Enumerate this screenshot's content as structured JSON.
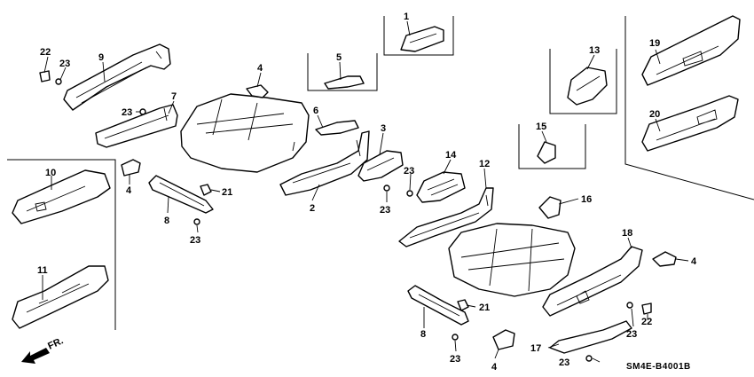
{
  "callouts": [
    "1",
    "2",
    "3",
    "4",
    "4",
    "4",
    "4",
    "5",
    "6",
    "7",
    "8",
    "8",
    "9",
    "10",
    "11",
    "12",
    "13",
    "14",
    "15",
    "16",
    "17",
    "18",
    "19",
    "20",
    "21",
    "21",
    "22",
    "22",
    "23",
    "23",
    "23",
    "23",
    "23",
    "23",
    "23",
    "23"
  ],
  "arrow": {
    "label": "FR."
  },
  "diagram_code": "SM4E-B4001B"
}
